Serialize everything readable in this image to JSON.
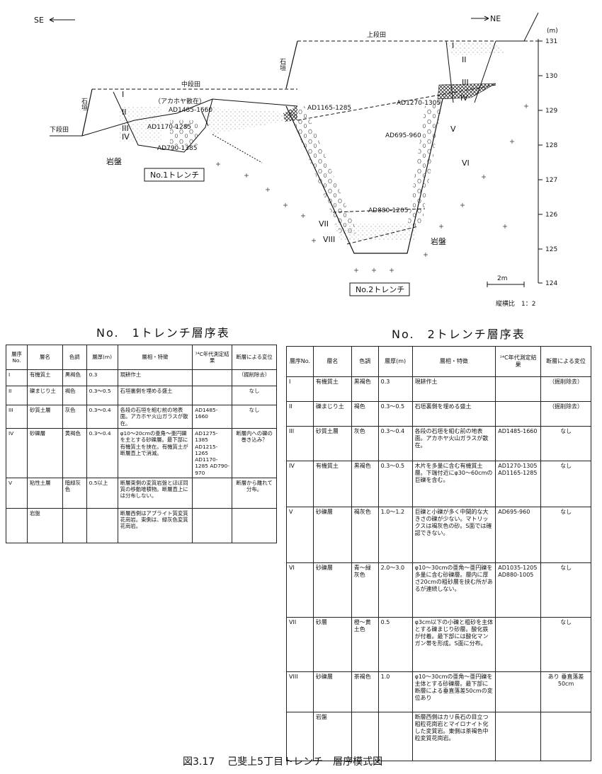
{
  "diagram": {
    "dir_left": "SE",
    "dir_right": "NE",
    "fields": {
      "upper": "上段田",
      "middle": "中段田",
      "lower": "下段田"
    },
    "stone_wall": "石垣",
    "bedrock": "岩盤",
    "trench1_label": "No.1トレンチ",
    "trench2_label": "No.2トレンチ",
    "ashfall_note": "（アカホヤ散在）",
    "dates": {
      "t1_a": "AD1485-1660",
      "t1_b": "AD1170-1285",
      "t1_c": "AD790-1385",
      "t2_a": "AD1165-1285",
      "t2_b": "AD1270-1305",
      "t2_c": "AD695-960",
      "t2_d": "AD880-1205"
    },
    "layers_t1": [
      "I",
      "II",
      "III",
      "IV"
    ],
    "layers_t2": [
      "I",
      "II",
      "III",
      "IV",
      "V",
      "VI",
      "VII",
      "VIII"
    ],
    "elev_unit": "(m)",
    "elevations": [
      "131",
      "130",
      "129",
      "128",
      "127",
      "126",
      "125",
      "124"
    ],
    "scale_bar": "2m",
    "ratio": "縦横比　1：2"
  },
  "table1": {
    "title": "No.　1トレンチ層序表",
    "headers": [
      "層序No.",
      "層名",
      "色調",
      "層厚(m)",
      "層相・特徴",
      "¹⁴C年代測定結果",
      "断層による変位"
    ],
    "rows": [
      [
        "I",
        "有機質土",
        "黒褐色",
        "0.3",
        "現耕作土",
        "",
        "（掘削除去）"
      ],
      [
        "II",
        "礫まじり土",
        "褐色",
        "0.3～0.5",
        "石垣裏側を埋める盛土",
        "",
        "なし"
      ],
      [
        "III",
        "砂質土層",
        "灰色",
        "0.3～0.4",
        "各段の石垣を組む前の地表面。アカホヤ火山ガラスが散在。",
        "AD1485-1660",
        "なし"
      ],
      [
        "IV",
        "砂礫層",
        "黄褐色",
        "0.3～0.4",
        "φ10～20cmの亜角～亜円礫を主とする砂礫層。最下部に有機質土を挟在。有機質土が断層直上で消滅。",
        "AD1275-1385 AD1215-1265 AD1170-1285 AD790-970",
        "断層内への礫の巻き込み？"
      ],
      [
        "V",
        "粘性土層",
        "暗緑灰色",
        "0.5以上",
        "断層東側の変質岩盤とほぼ同質の移動堆積物。断層直上には分布しない。",
        "",
        "断層から離れて分布。"
      ],
      [
        "",
        "岩盤",
        "",
        "",
        "断層西側はアプライト質変質花崗岩。東側は、緑灰色変質花崗岩。",
        "",
        ""
      ]
    ]
  },
  "table2": {
    "title": "No.　2トレンチ層序表",
    "headers": [
      "層序No.",
      "層名",
      "色調",
      "層厚(m)",
      "層相・特徴",
      "¹⁴C年代測定結果",
      "断層による変位"
    ],
    "rows": [
      [
        "I",
        "有機質土",
        "黒褐色",
        "0.3",
        "現耕作土",
        "",
        "（掘削除去）"
      ],
      [
        "II",
        "礫まじり土",
        "褐色",
        "0.3～0.5",
        "石垣裏側を埋める盛土",
        "",
        "（掘削除去）"
      ],
      [
        "III",
        "砂質土層",
        "灰色",
        "0.3～0.4",
        "各段の石垣を組む前の地表面。アカホヤ火山ガラスが散在。",
        "AD1485-1660",
        "なし"
      ],
      [
        "IV",
        "有機質土",
        "黒褐色",
        "0.3～0.5",
        "木片を多量に含む有機質土層。下端付近にφ30～60cmの巨礫を含む。",
        "AD1270-1305 AD1165-1285",
        "なし"
      ],
      [
        "V",
        "砂礫層",
        "褐灰色",
        "1.0～1.2",
        "巨礫と小礫が多く中間的な大きさの礫が少ない。マトリックスは褐灰色の砂。S面では確認できない。",
        "AD695-960",
        "なし"
      ],
      [
        "VI",
        "砂礫層",
        "青～緑灰色",
        "2.0～3.0",
        "φ10～30cmの亜角～亜円礫を多量に含む砂礫層。層内に厚さ20cmの粗砂層を挟む所があるが連続しない。",
        "AD1035-1205 AD880-1005",
        "なし"
      ],
      [
        "VII",
        "砂層",
        "橙～黄土色",
        "0.5",
        "φ3cm以下の小礫と粗砂を主体とする礫まじり砂層。酸化鉄が付着。最下部には酸化マンガン帯を形成。S面に分布。",
        "",
        "なし"
      ],
      [
        "VIII",
        "砂礫層",
        "茶褐色",
        "1.0",
        "φ10～30cmの亜角～亜円礫を主体とする砂礫層。最下部に断層による垂直落差50cmの変位あり",
        "",
        "あり 垂直落差50cm"
      ],
      [
        "",
        "岩盤",
        "",
        "",
        "断層西側はカリ長石の目立つ粗粒花崗岩とマイロナイト化した変質岩。東側は茶褐色中粒変質花崗岩。",
        "",
        ""
      ]
    ]
  },
  "caption": {
    "fig": "図3.17",
    "title": "己斐上5丁目トレンチ　層序模式図"
  }
}
